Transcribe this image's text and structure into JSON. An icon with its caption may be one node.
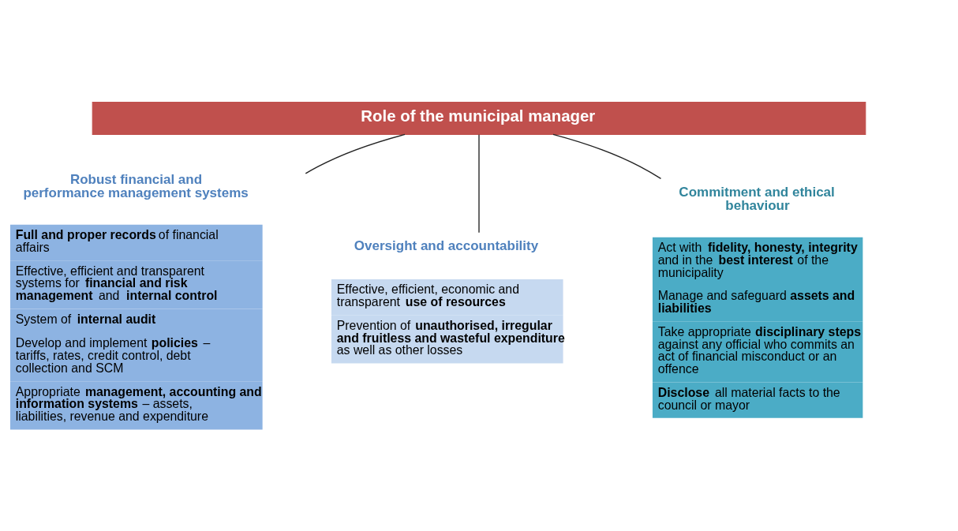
{
  "diagram": {
    "nodes": [
      {
        "text": [
          "Role of the municipal manager"
        ]
      },
      {
        "text": [
          "Robust financial and performance management systems",
          "**Full and proper records** of financial affairs",
          "Effective, efficient and transparent systems for **financial and risk management** and **internal control**",
          "System of **internal audit**",
          "Develop and implement **policies** – tariffs, rates, credit control, debt collection and SCM",
          "Appropriate **management, accounting and information systems** – assets, liabilities, revenue and expenditure"
        ]
      },
      {
        "text": [
          "Oversight and accountability",
          "Effective, efficient, economic and transparent **use of resources**",
          "Prevention of **unauthorised, irregular and fruitless and wasteful expenditure** as well as other losses"
        ]
      },
      {
        "text": [
          "Commitment and ethical behaviour",
          "Act with **fidelity, honesty, integrity** and in the **best interest** of the municipality",
          "Manage and safeguard **assets and liabilities**",
          "Take appropriate **disciplinary steps** against any official who commits an act of financial misconduct or an offence",
          "**Disclose** all material facts to the council or mayor"
        ]
      }
    ],
    "edges": [
      {
        "from": 0,
        "to": 1,
        "arrow": "none"
      },
      {
        "from": 0,
        "to": 2,
        "arrow": "none"
      },
      {
        "from": 0,
        "to": 3,
        "arrow": "none"
      }
    ]
  }
}
